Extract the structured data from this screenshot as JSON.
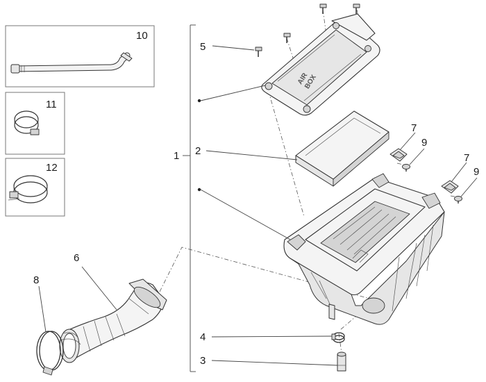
{
  "callouts": {
    "n1": "1",
    "n2": "2",
    "n3": "3",
    "n4": "4",
    "n5": "5",
    "n6": "6",
    "n7a": "7",
    "n7b": "7",
    "n8": "8",
    "n9a": "9",
    "n9b": "9",
    "n10": "10",
    "n11": "11",
    "n12": "12"
  },
  "lid_stamp": {
    "line1": "AIR",
    "line2": "BOX"
  }
}
